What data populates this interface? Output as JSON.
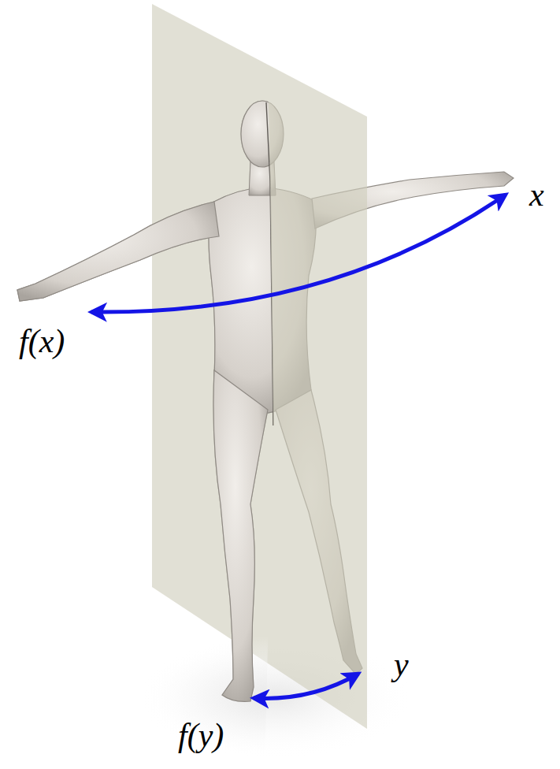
{
  "diagram": {
    "labels": [
      "x",
      "f(x)",
      "y",
      "f(y)"
    ]
  }
}
